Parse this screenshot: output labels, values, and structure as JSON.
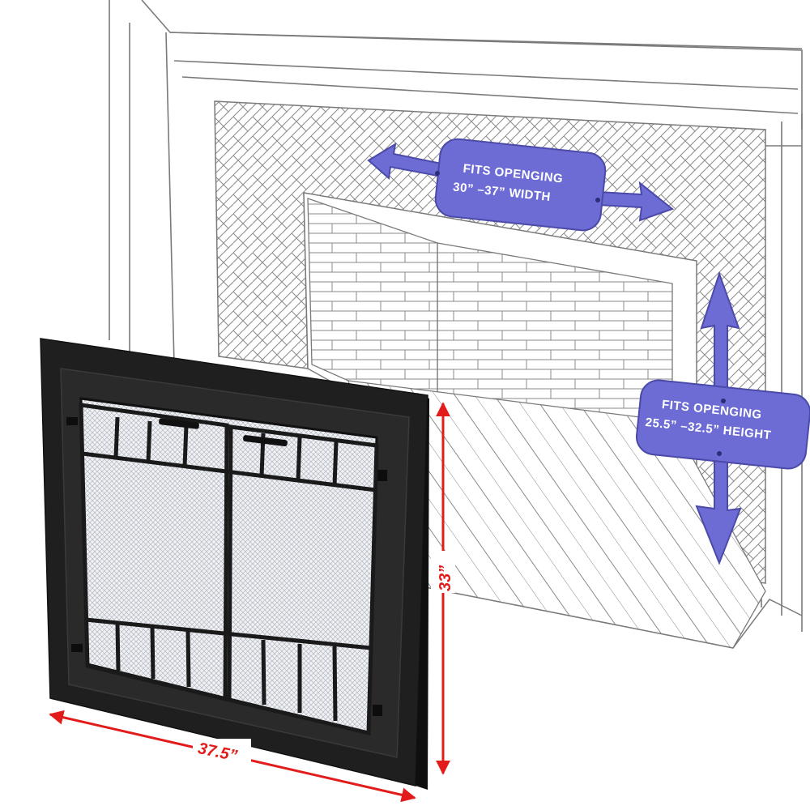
{
  "width_badge": {
    "line1": "FITS OPENGING",
    "line2": "30” –37”  WIDTH"
  },
  "height_badge": {
    "line1": "FITS OPENGING",
    "line2": "25.5” –32.5”  HEIGHT"
  },
  "dimensions": {
    "door_width": "37.5”",
    "door_height": "33”"
  },
  "colors": {
    "badge_fill": "#6d6cd4",
    "badge_stroke": "#4b4aa8",
    "dimension_red": "#e21b1b",
    "door_frame": "#1c1c1c",
    "sketch_line": "#7a7a7a"
  }
}
